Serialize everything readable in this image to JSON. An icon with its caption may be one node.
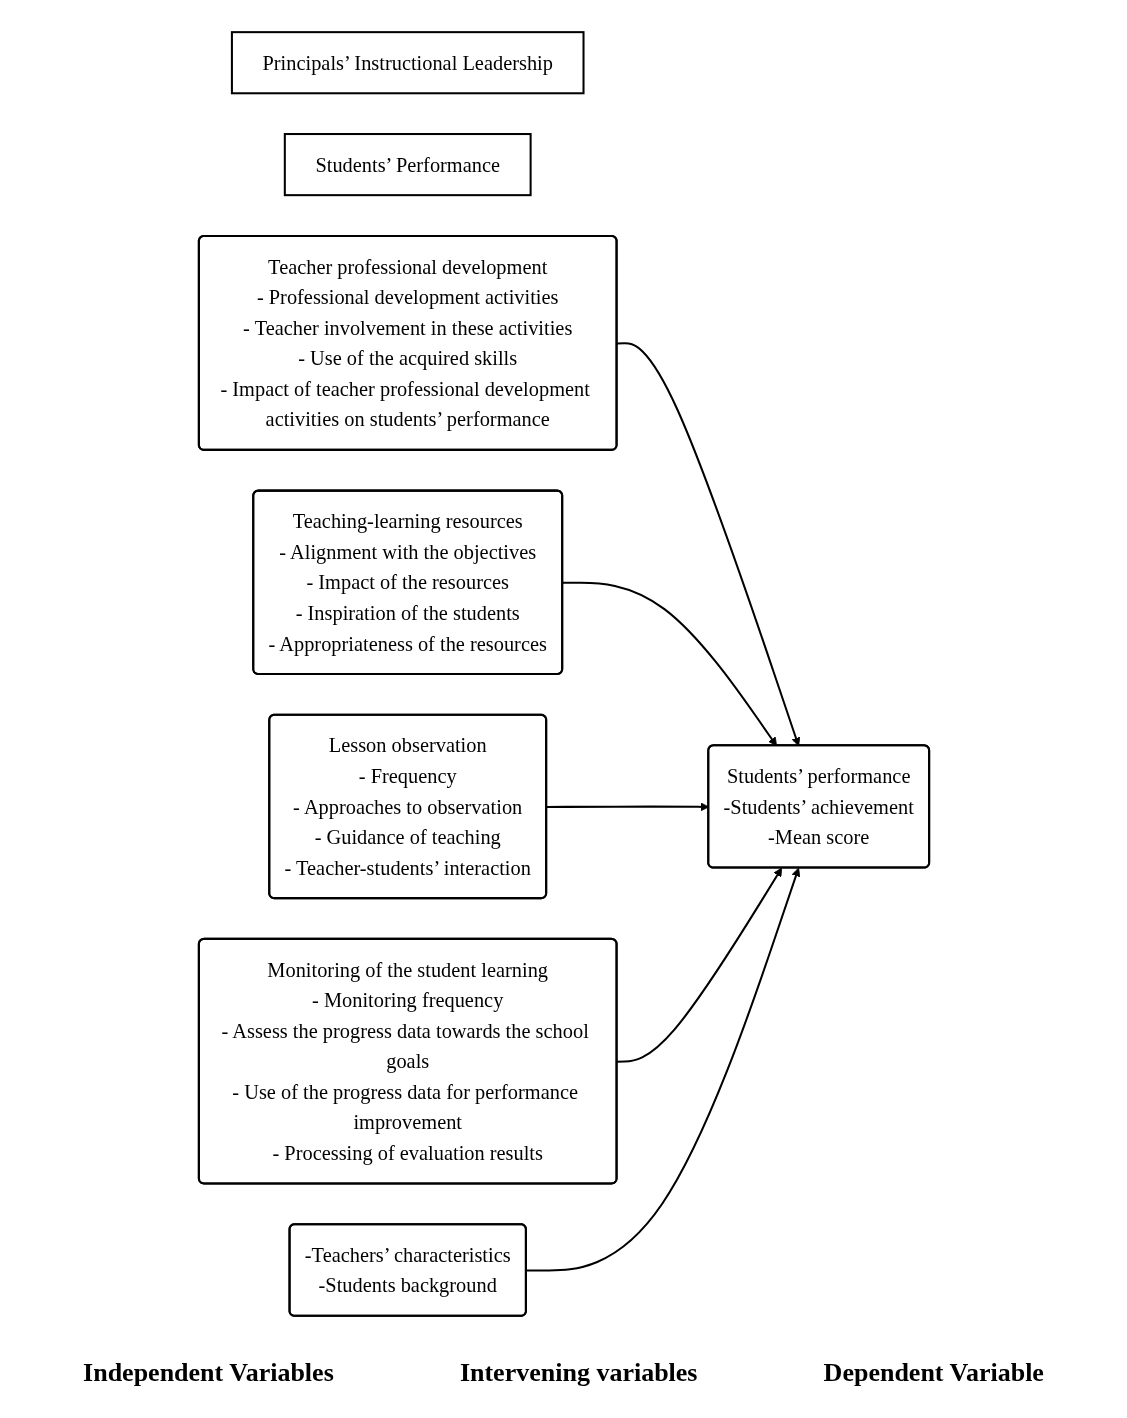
{
  "diagram": {
    "nodes": [
      {
        "text": [
          "Principals’ Instructional Leadership"
        ]
      },
      {
        "text": [
          "Students’ Performance"
        ]
      },
      {
        "text": [
          "Teacher professional development",
          "- Professional development activities",
          "- Teacher involvement in these activities",
          "- Use of the acquired skills",
          "- Impact of teacher professional development activities on students’ performance"
        ]
      },
      {
        "text": [
          "Teaching-learning resources",
          "- Alignment with the objectives",
          "- Impact of the resources",
          "- Inspiration of the students",
          "- Appropriateness of the resources"
        ]
      },
      {
        "text": [
          "Lesson observation",
          "- Frequency",
          "- Approaches to observation",
          "- Guidance of teaching",
          "- Teacher-students’ interaction"
        ]
      },
      {
        "text": [
          "Monitoring of the student learning",
          "- Monitoring frequency",
          "- Assess the progress data towards the school goals",
          "- Use of the progress data for performance improvement",
          "- Processing of evaluation results"
        ]
      },
      {
        "text": [
          "Students’ performance",
          "-Students’ achievement",
          "-Mean score"
        ]
      },
      {
        "text": [
          "-Teachers’ characteristics",
          "-Students background"
        ]
      }
    ],
    "edges": [
      {
        "from": 2,
        "to": 6,
        "arrow": "to"
      },
      {
        "from": 3,
        "to": 6,
        "arrow": "to"
      },
      {
        "from": 4,
        "to": 6,
        "arrow": "to"
      },
      {
        "from": 5,
        "to": 6,
        "arrow": "to"
      },
      {
        "from": 7,
        "to": 6,
        "arrow": "to"
      }
    ],
    "labels": [
      "Independent Variables",
      "Intervening variables",
      "Dependent Variable"
    ]
  }
}
